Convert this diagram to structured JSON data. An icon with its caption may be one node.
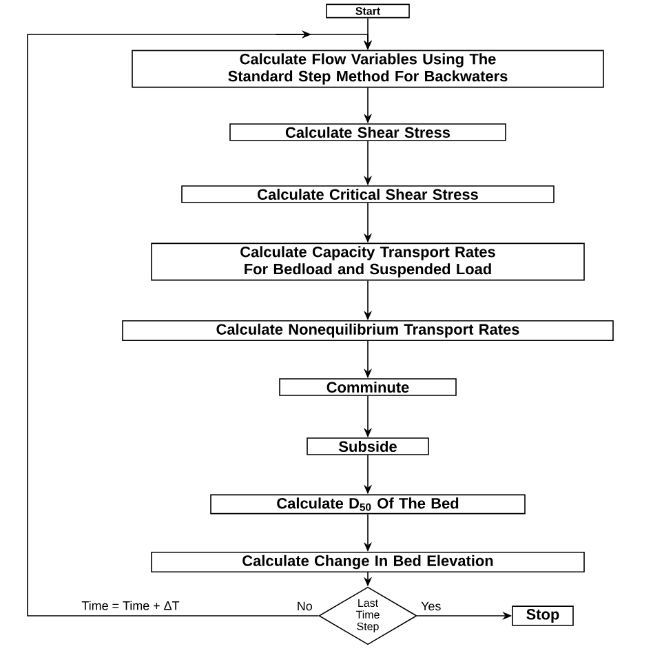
{
  "diagram": {
    "nodes": [
      {
        "text": [
          "Start"
        ]
      },
      {
        "text": [
          "Calculate Flow Variables Using The Standard Step Method For Backwaters"
        ]
      },
      {
        "text": [
          "Calculate Shear Stress"
        ]
      },
      {
        "text": [
          "Calculate Critical Shear Stress"
        ]
      },
      {
        "text": [
          "Calculate Capacity Transport Rates For Bedload and Suspended Load"
        ]
      },
      {
        "text": [
          "Calculate Nonequilibrium Transport Rates"
        ]
      },
      {
        "text": [
          "Comminute"
        ]
      },
      {
        "text": [
          "Subside"
        ]
      },
      {
        "text": [
          "Calculate D$_{50}$ Of The Bed"
        ]
      },
      {
        "text": [
          "Calculate Change In Bed Elevation"
        ]
      },
      {
        "text": [
          "Last Time Step"
        ]
      },
      {
        "text": [
          "Stop"
        ]
      }
    ],
    "edges": [
      {
        "from": 0,
        "to": 1,
        "arrow": "to"
      },
      {
        "from": 1,
        "to": 2,
        "arrow": "to"
      },
      {
        "from": 2,
        "to": 3,
        "arrow": "to"
      },
      {
        "from": 3,
        "to": 4,
        "arrow": "to"
      },
      {
        "from": 4,
        "to": 5,
        "arrow": "to"
      },
      {
        "from": 5,
        "to": 6,
        "arrow": "to"
      },
      {
        "from": 6,
        "to": 7,
        "arrow": "to"
      },
      {
        "from": 7,
        "to": 8,
        "arrow": "to"
      },
      {
        "from": 8,
        "to": 9,
        "arrow": "to"
      },
      {
        "from": 9,
        "to": 10,
        "arrow": "to"
      },
      {
        "from": 10,
        "to": 11,
        "label": "Yes",
        "arrow": "to"
      },
      {
        "from": 10,
        "to": 1,
        "label": "No",
        "arrow": "to"
      }
    ],
    "labels": [
      "Time = Time + ΔT"
    ]
  }
}
